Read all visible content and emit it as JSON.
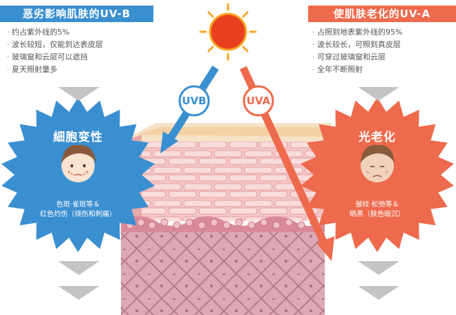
{
  "left_panel": {
    "title": "恶劣影响肌肤的UV-B",
    "color": "#3a8fd1",
    "bullets": [
      "约占紫外线的5%",
      "波长较短，仅能到达表皮层",
      "玻璃窗和云层可以遮挡",
      "夏天照射量多"
    ]
  },
  "right_panel": {
    "title": "使肌肤老化的UV-A",
    "color": "#ee6a4c",
    "bullets": [
      "占照到地表紫外线的95%",
      "波长较长，可照到真皮层",
      "可穿过玻璃窗和云层",
      "全年不断照射"
    ]
  },
  "uvb_label": "UVB",
  "uva_label": "UVA",
  "left_burst": {
    "title": "細胞变性",
    "caption": [
      "色斑·雀斑等＆",
      "红色灼伤（烧伤和刺痛）"
    ],
    "color": "#3a8fd1"
  },
  "right_burst": {
    "title": "光老化",
    "caption": [
      "皱纹·松弛等＆",
      "晒黑（肤色暗沉）"
    ],
    "color": "#ee6a4c"
  },
  "icons": [
    "sun-icon",
    "face-spots-icon",
    "face-aged-icon",
    "chevron-down-icon"
  ],
  "colors": {
    "sun": "#e8401c",
    "sun_rays": "#f5a623",
    "skin_pink": "#f0b8b8",
    "dermis": "#c98a98",
    "chevron": "#b9b9b9"
  }
}
